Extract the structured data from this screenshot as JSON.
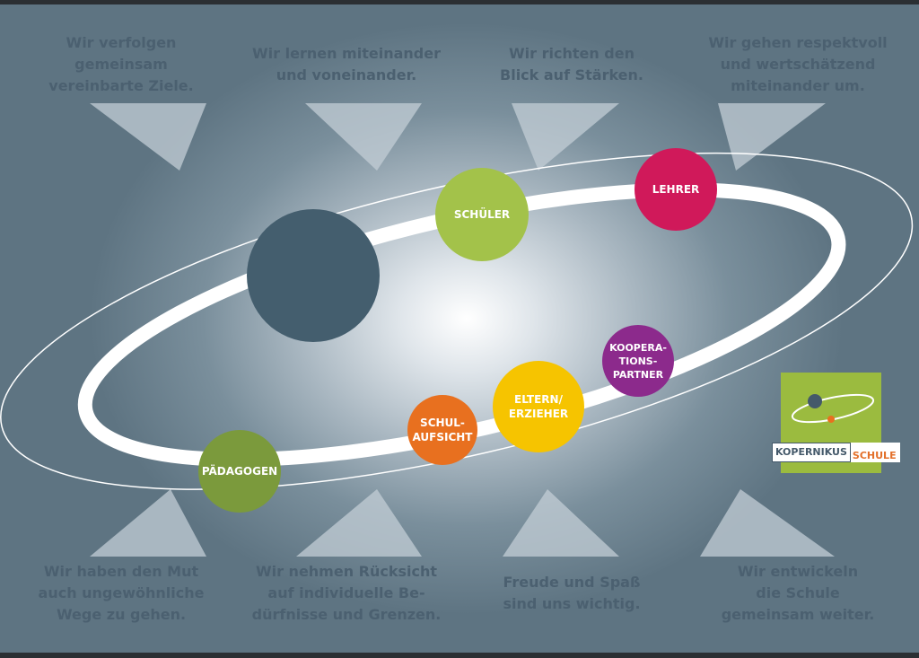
{
  "top_boxes": [
    {
      "text": "Wir verfolgen\ngemeinsam\nvereinbarte Ziele."
    },
    {
      "text": "Wir lernen miteinander\nund voneinander."
    },
    {
      "text": "Wir richten den\nBlick auf Stärken."
    },
    {
      "text": "Wir gehen respektvoll\nund wertschätzend\nmiteinander um."
    }
  ],
  "bottom_boxes": [
    {
      "text": "Wir haben den Mut\nauch ungewöhnliche\nWege zu gehen."
    },
    {
      "text": "Wir nehmen Rücksicht\nauf individuelle Be-\ndürfnisse und Grenzen."
    },
    {
      "text": "Freude und Spaß\nsind uns wichtig."
    },
    {
      "text": "Wir entwickeln\ndie Schule\ngemeinsam weiter."
    }
  ],
  "planets": [
    {
      "label": "SCHÜLER",
      "color": "#a3c24a"
    },
    {
      "label": "LEHRER",
      "color": "#d0195a"
    },
    {
      "label": "KOOPERA-\nTIONS-\nPARTNER",
      "color": "#8c2a8c"
    },
    {
      "label": "ELTERN/\nERZIEHER",
      "color": "#f6c400"
    },
    {
      "label": "SCHUL-\nAUFSICHT",
      "color": "#e8701f"
    },
    {
      "label": "PÄDAGOGEN",
      "color": "#7b9a3c"
    }
  ],
  "center_color": "#445e6e",
  "logo": {
    "word1": "KOPERNIKUS",
    "word2": "SCHULE"
  }
}
